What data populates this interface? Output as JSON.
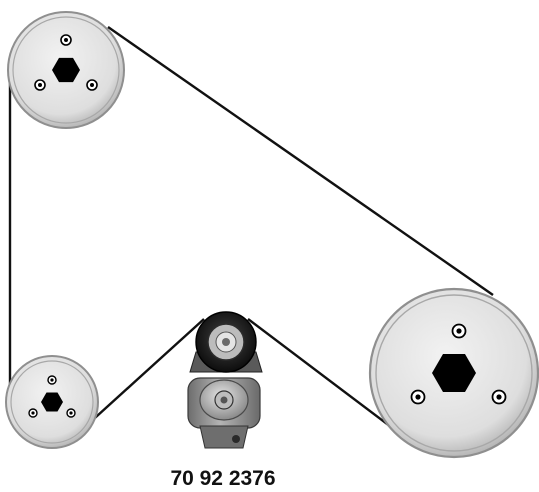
{
  "diagram": {
    "part_number": "70 92 2376",
    "colors": {
      "belt": "#111111",
      "pulley_face": "#e2e2e2",
      "pulley_rim": "#9a9a9a",
      "hub": "#000000",
      "tensioner_roller": "#1a1a1a",
      "tensioner_body": "#8f8f8f"
    },
    "components": [
      "upper-left-pulley",
      "lower-left-pulley",
      "right-pulley",
      "belt-tensioner",
      "drive-belt"
    ]
  }
}
